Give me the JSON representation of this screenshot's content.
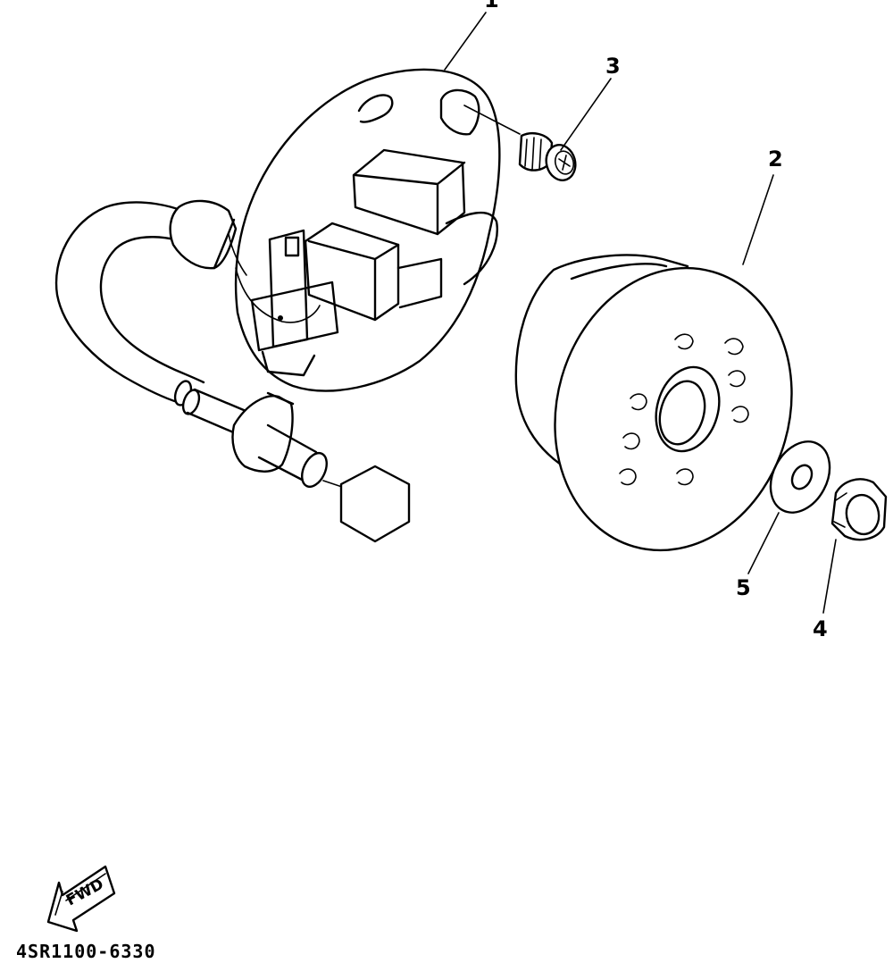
{
  "diagram": {
    "callouts": [
      {
        "id": "1",
        "label": "1",
        "part": "stator assembly"
      },
      {
        "id": "2",
        "label": "2",
        "part": "rotor"
      },
      {
        "id": "3",
        "label": "3",
        "part": "screw"
      },
      {
        "id": "4",
        "label": "4",
        "part": "nut"
      },
      {
        "id": "5",
        "label": "5",
        "part": "washer"
      }
    ],
    "fwd_label": "FWD",
    "drawing_code": "4SR1100-6330"
  },
  "icons": [
    "fwd-arrow-icon"
  ],
  "colors": {
    "line": "#000000",
    "background": "#ffffff"
  }
}
